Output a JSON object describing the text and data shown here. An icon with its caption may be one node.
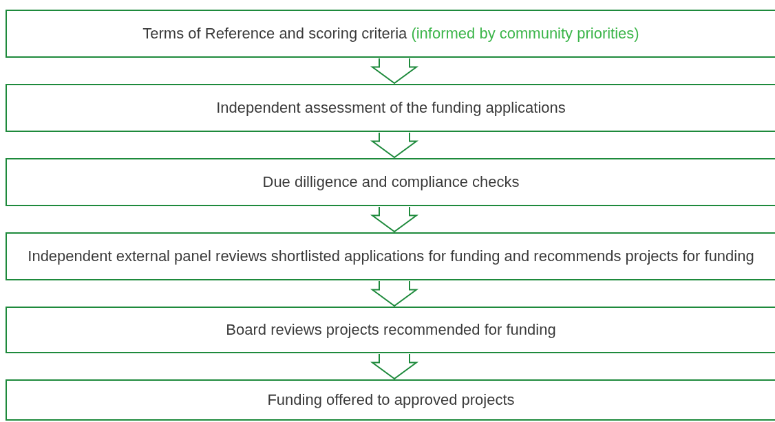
{
  "diagram": {
    "nodes": [
      {
        "text": [
          "Terms of Reference and scoring criteria",
          "(informed by community priorities)"
        ]
      },
      {
        "text": [
          "Independent assessment of the funding applications"
        ]
      },
      {
        "text": [
          "Due dilligence and compliance checks"
        ]
      },
      {
        "text": [
          "Independent external panel reviews shortlisted applications for funding and recommends projects for funding"
        ]
      },
      {
        "text": [
          "Board reviews projects recommended for funding"
        ]
      },
      {
        "text": [
          "Funding offered to approved projects"
        ]
      }
    ],
    "edges": [
      {
        "from": 0,
        "to": 1,
        "arrow": "to"
      },
      {
        "from": 1,
        "to": 2,
        "arrow": "to"
      },
      {
        "from": 2,
        "to": 3,
        "arrow": "to"
      },
      {
        "from": 3,
        "to": 4,
        "arrow": "to"
      },
      {
        "from": 4,
        "to": 5,
        "arrow": "to"
      }
    ]
  }
}
